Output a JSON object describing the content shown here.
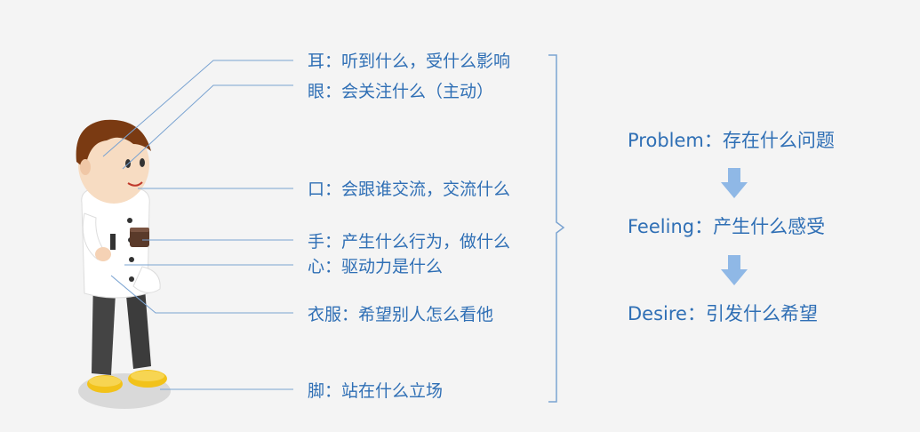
{
  "labels": [
    {
      "id": "ear",
      "text": "耳：听到什么，受什么影响"
    },
    {
      "id": "eye",
      "text": "眼：会关注什么（主动）"
    },
    {
      "id": "mouth",
      "text": "口：会跟谁交流，交流什么"
    },
    {
      "id": "hand",
      "text": "手：产生什么行为，做什么"
    },
    {
      "id": "heart",
      "text": "心：驱动力是什么"
    },
    {
      "id": "clothes",
      "text": "衣服：希望别人怎么看他"
    },
    {
      "id": "foot",
      "text": "脚：站在什么立场"
    }
  ],
  "flow": [
    {
      "id": "problem",
      "text": "Problem：存在什么问题"
    },
    {
      "id": "feeling",
      "text": "Feeling：产生什么感受"
    },
    {
      "id": "desire",
      "text": "Desire：引发什么希望"
    }
  ],
  "colors": {
    "text": "#2f6fb5",
    "line": "#7aa3d1",
    "arrow": "#8fb8e6",
    "background": "#f4f4f4"
  },
  "icons": {
    "figure": "cartoon-person-icon",
    "arrow": "down-arrow-icon"
  }
}
